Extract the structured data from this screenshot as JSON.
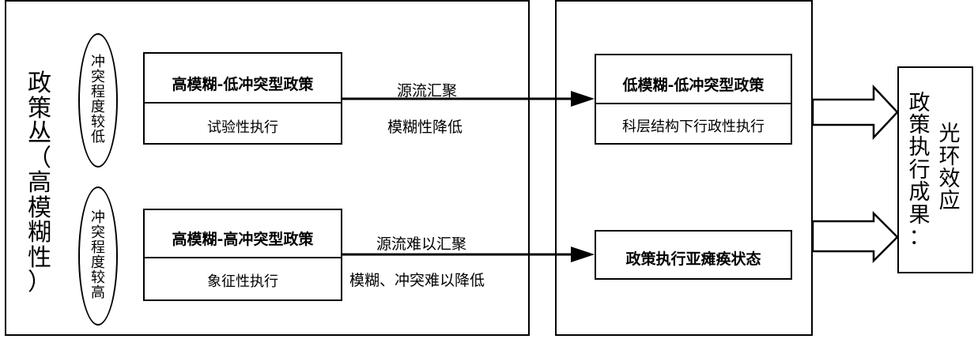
{
  "left_panel": {
    "title_chars": [
      "政",
      "策",
      "丛",
      "（",
      "高",
      "模",
      "糊",
      "性",
      "）"
    ]
  },
  "top_ellipse": {
    "chars": [
      "冲",
      "突",
      "程",
      "度",
      "较",
      "低"
    ]
  },
  "bottom_ellipse": {
    "chars": [
      "冲",
      "突",
      "程",
      "度",
      "较",
      "高"
    ]
  },
  "policy_top_left": {
    "title": "高模糊-低冲突型政策",
    "subtitle": "试验性执行"
  },
  "policy_bottom_left": {
    "title": "高模糊-高冲突型政策",
    "subtitle": "象征性执行"
  },
  "arrow_top": {
    "label_above": "源流汇聚",
    "label_below": "模糊性降低"
  },
  "arrow_bottom": {
    "label_above": "源流难以汇聚",
    "label_below": "模糊、冲突难以降低"
  },
  "policy_top_right": {
    "title": "低模糊-低冲突型政策",
    "subtitle": "科层结构下行政性执行"
  },
  "policy_bottom_right": {
    "title": "政策执行亚瘫痪状态"
  },
  "result": {
    "left_chars": [
      "政",
      "策",
      "执",
      "行",
      "成",
      "果",
      "："
    ],
    "right_chars": [
      "光",
      "环",
      "效",
      "应"
    ]
  }
}
